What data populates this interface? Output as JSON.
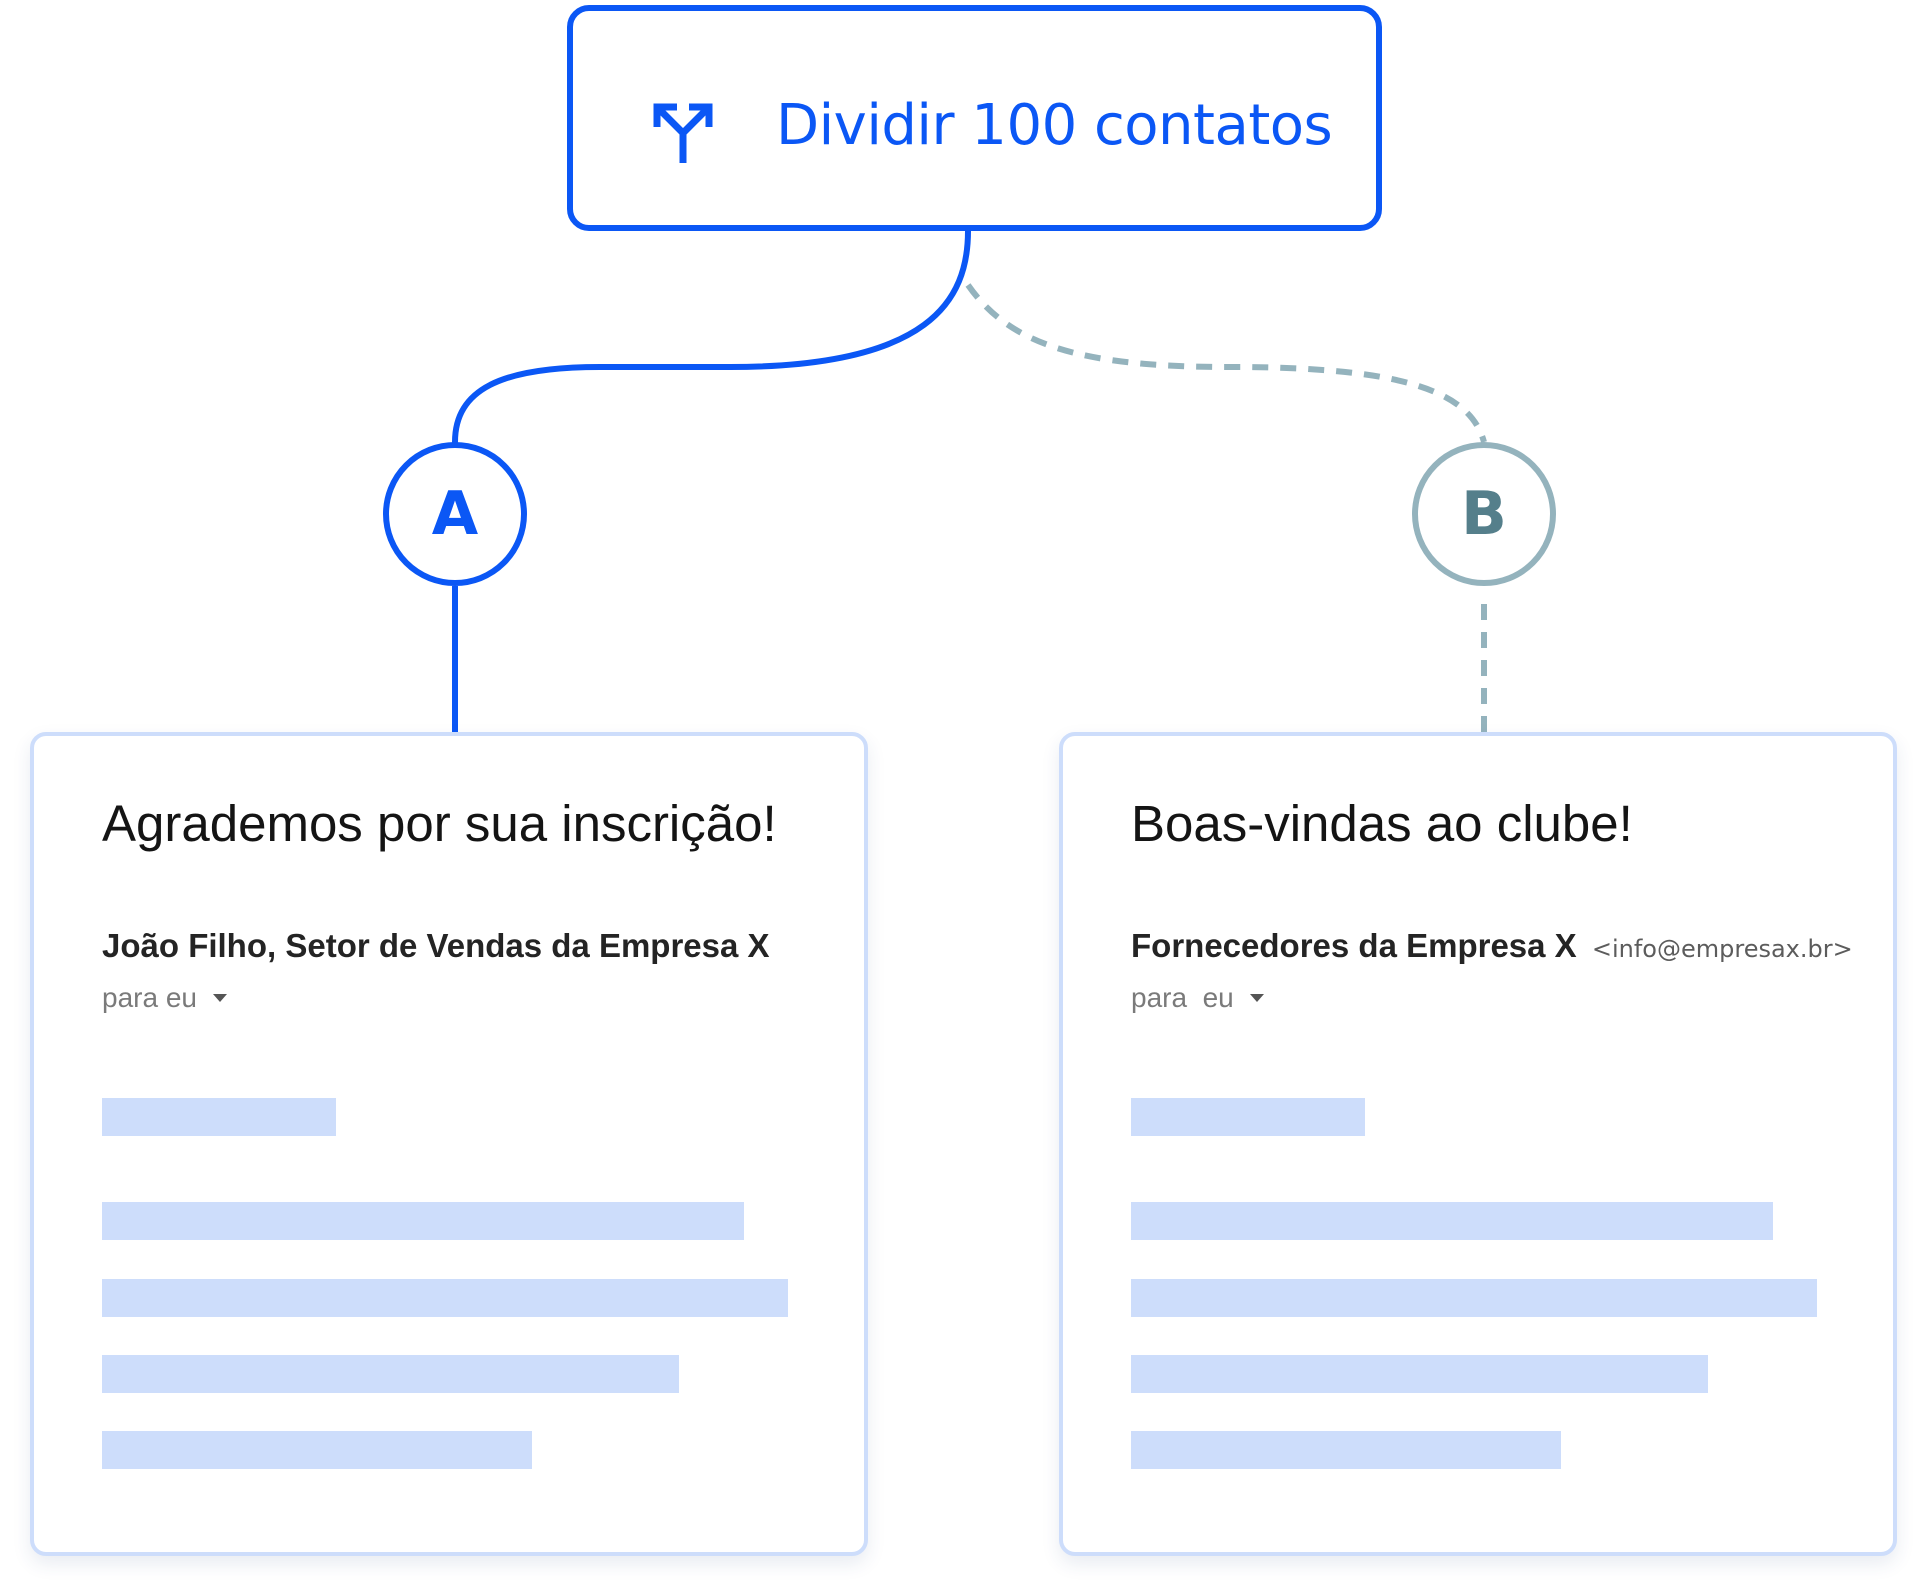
{
  "split": {
    "icon": "split-arrows-icon",
    "label": "Dividir 100 contatos"
  },
  "variants": {
    "a": {
      "letter": "A"
    },
    "b": {
      "letter": "B"
    }
  },
  "emails": [
    {
      "subject": "Agrademos por sua inscrição!",
      "sender": "João Filho, Setor de Vendas da Empresa X",
      "sender_email": "",
      "recipient": "para eu"
    },
    {
      "subject": "Boas-vindas ao clube!",
      "sender": "Fornecedores da Empresa X",
      "sender_email": "<info@empresax.br>",
      "recipient": "para  eu"
    }
  ],
  "colors": {
    "active": "#0b57f5",
    "inactive": "#94b3bd",
    "placeholder": "#cdddfb"
  }
}
